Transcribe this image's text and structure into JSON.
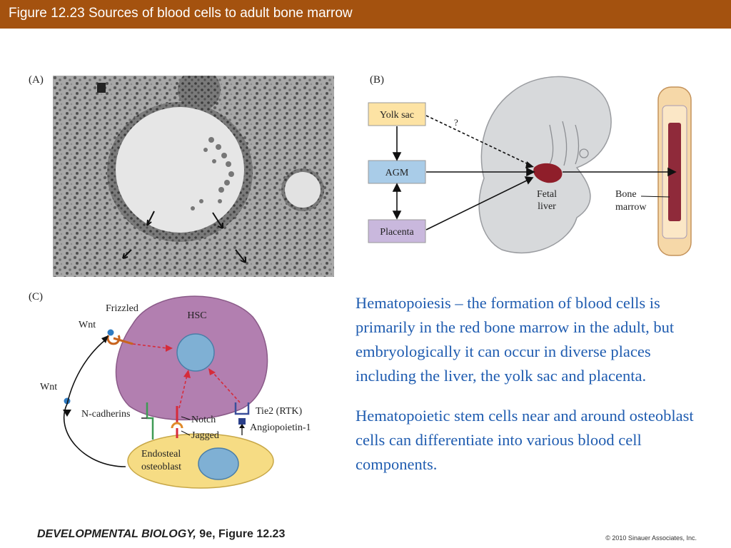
{
  "header": {
    "title": "Figure 12.23  Sources of blood cells to adult bone marrow",
    "bar_color": "#a4520f"
  },
  "panel_a": {
    "label": "(A)"
  },
  "panel_b": {
    "label": "(B)",
    "yolk_sac": "Yolk sac",
    "agm": "AGM",
    "placenta": "Placenta",
    "question": "?",
    "fetal_liver_line1": "Fetal",
    "fetal_liver_line2": "liver",
    "bone_marrow_line1": "Bone",
    "bone_marrow_line2": "marrow"
  },
  "panel_c": {
    "label": "(C)",
    "frizzled": "Frizzled",
    "wnt_top": "Wnt",
    "wnt_left": "Wnt",
    "hsc": "HSC",
    "n_cadherins": "N-cadherins",
    "notch": "Notch",
    "jagged": "Jagged",
    "tie2": "Tie2 (RTK)",
    "angiopoietin": "Angiopoietin-1",
    "osteoblast_line1": "Endosteal",
    "osteoblast_line2": "osteoblast"
  },
  "body": {
    "paragraph1": "Hematopoiesis – the formation of blood cells is primarily in the red bone marrow in the adult, but embryologically it can occur in diverse places including the liver, the yolk sac and placenta.",
    "paragraph2": "Hematopoietic stem cells near and around osteoblast cells can differentiate into various blood cell components."
  },
  "footer": {
    "book_title": "DEVELOPMENTAL BIOLOGY,",
    "edition": " 9e, Figure 12.23",
    "copyright": "© 2010 Sinauer Associates, Inc."
  },
  "colors": {
    "body_text": "#1f5cb0",
    "yolk_box": "#fde3a4",
    "agm_box": "#a9cce8",
    "placenta_box": "#c9b8dd",
    "hsc_cell": "#b27fb0",
    "osteoblast": "#f6dc84",
    "liver": "#8f1e2a"
  }
}
